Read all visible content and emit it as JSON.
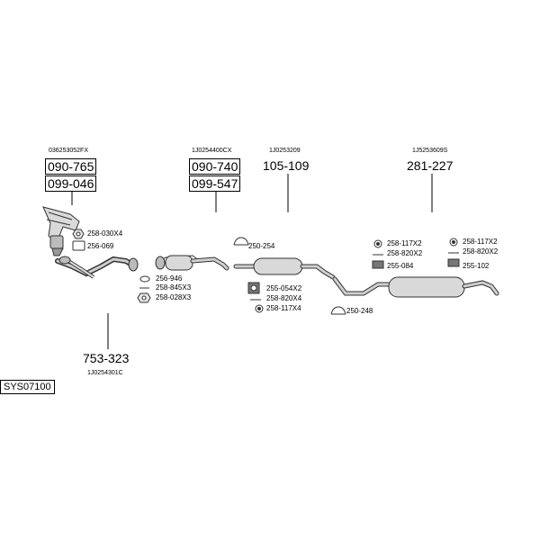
{
  "groups": [
    {
      "oem": "036253052FX",
      "codes": [
        "090-765",
        "099-046"
      ]
    },
    {
      "oem": "1J0254400CX",
      "codes": [
        "090-740",
        "099-547"
      ]
    },
    {
      "oem": "1J0253209",
      "codes": [
        "105-109"
      ]
    },
    {
      "oem": "1J5253609S",
      "codes": [
        "281-227"
      ]
    },
    {
      "oem": "1J0254301C",
      "codes": [
        "753-323"
      ]
    }
  ],
  "parts": [
    "258-030X4",
    "256-069",
    "256-946",
    "258-845X3",
    "258-028X3",
    "250-254",
    "255-054X2",
    "258-820X4",
    "258-117X4",
    "258-117X2",
    "258-820X2",
    "255-084",
    "250-248",
    "258-117X2",
    "258-820X2",
    "255-102"
  ],
  "system_code": "SYS07100"
}
